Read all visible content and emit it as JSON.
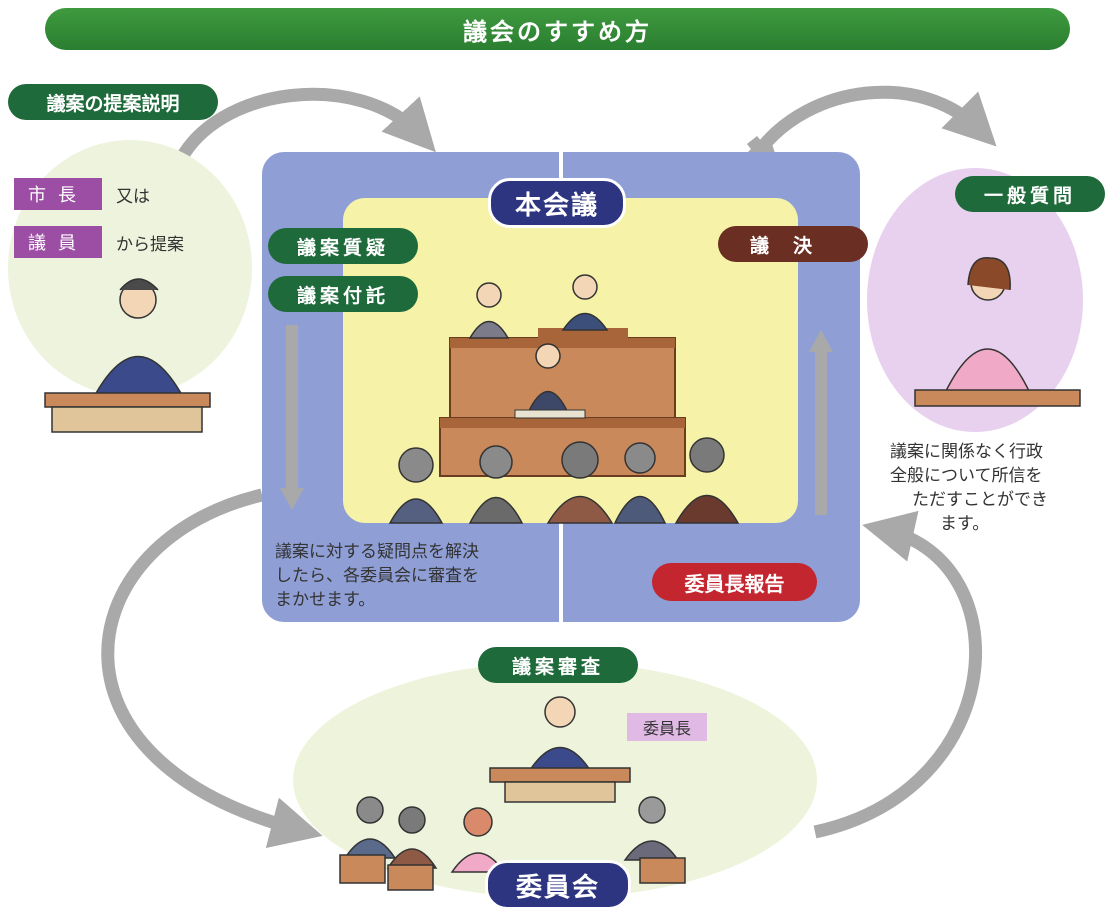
{
  "title": "議会のすすめ方",
  "proposal": {
    "label": "議案の提案説明",
    "chip_mayor": "市長",
    "mayor_suffix": "又は",
    "chip_member": "議員",
    "member_suffix": "から提案"
  },
  "plenary": {
    "label": "本会議",
    "q_label": "議案質疑",
    "refer_label": "議案付託",
    "decision_label": "議決",
    "note_lines": [
      "議案に対する疑問点を解決",
      "したら、各委員会に審査を",
      "まかせます。"
    ],
    "report_label": "委員長報告"
  },
  "general_question": {
    "label": "一般質問",
    "note_lines": [
      "議案に関係なく行政",
      "全般について所信を",
      "ただすことができ",
      "ます。"
    ]
  },
  "committee": {
    "review_label": "議案審査",
    "chair_chip": "委員長",
    "label": "委員会"
  },
  "colors": {
    "banner": "#2f8a35",
    "green_label": "#1e6a3a",
    "brown_label": "#6b2e22",
    "red_label": "#c3262f",
    "navy_label": "#2d3580",
    "plenary_panel": "#8f9fd6",
    "plenary_inner": "#f6f3a8",
    "proposal_bg": "#eef3dd",
    "question_bg": "#e8d1ee",
    "committee_bg": "#eef4dc",
    "arrow": "#a9a9a9",
    "purple_chip": "#9b4ea3",
    "lavender_chip": "#e0b9e5"
  }
}
